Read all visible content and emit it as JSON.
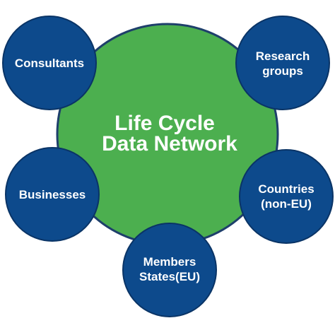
{
  "colors": {
    "hub_fill": "#4caf4f",
    "hub_stroke": "#1e3f6b",
    "node_fill": "#0d4a8c",
    "node_stroke": "#0a3466",
    "text": "#ffffff"
  },
  "hub": {
    "lines": [
      "Life Cycle",
      "Data Network"
    ]
  },
  "nodes": [
    {
      "id": "consultants",
      "lines": [
        "Consultants"
      ]
    },
    {
      "id": "research-groups",
      "lines": [
        "Research",
        "groups"
      ]
    },
    {
      "id": "businesses",
      "lines": [
        "Businesses"
      ]
    },
    {
      "id": "countries-non-eu",
      "lines": [
        "Countries",
        "(non-EU)"
      ]
    },
    {
      "id": "members-states-eu",
      "lines": [
        "Members",
        "States(EU)"
      ]
    }
  ]
}
